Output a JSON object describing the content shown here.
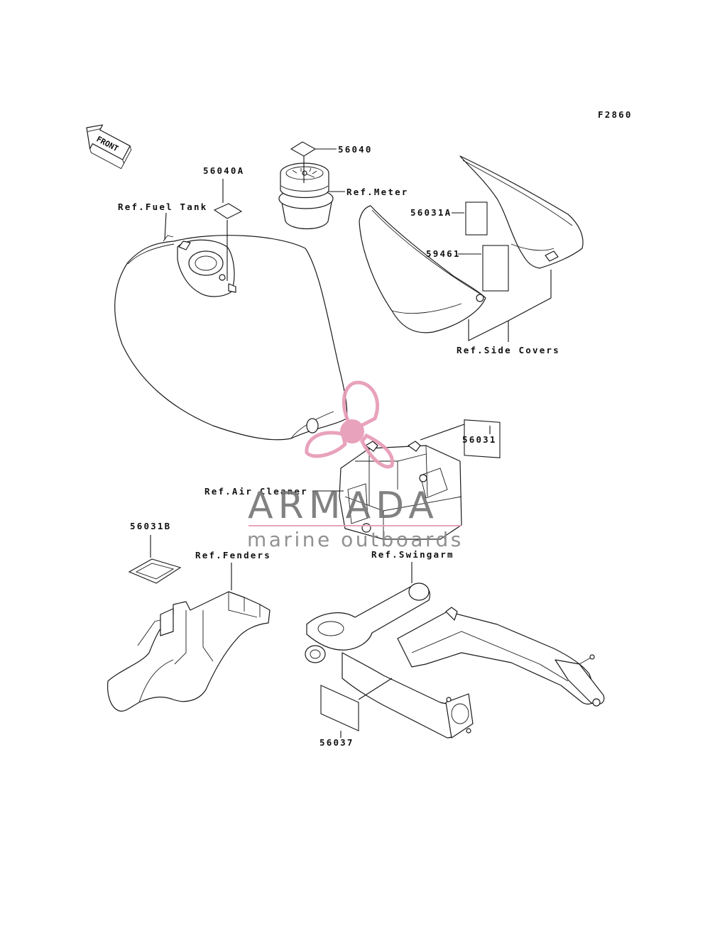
{
  "figure_code": "F2860",
  "front_indicator": "FRONT",
  "labels": {
    "ref_fuel_tank": "Ref.Fuel Tank",
    "ref_meter": "Ref.Meter",
    "ref_side_covers": "Ref.Side Covers",
    "ref_air_cleaner": "Ref.Air Cleaner",
    "ref_fenders": "Ref.Fenders",
    "ref_swingarm": "Ref.Swingarm"
  },
  "part_numbers": {
    "p56040": "56040",
    "p56040a": "56040A",
    "p56031a": "56031A",
    "p59461": "59461",
    "p56031": "56031",
    "p56031b": "56031B",
    "p56037": "56037"
  },
  "watermark": {
    "brand": "ARMADA",
    "tagline": "marine outboards",
    "brand_color": "#777777",
    "accent_color": "#e79bb7"
  }
}
